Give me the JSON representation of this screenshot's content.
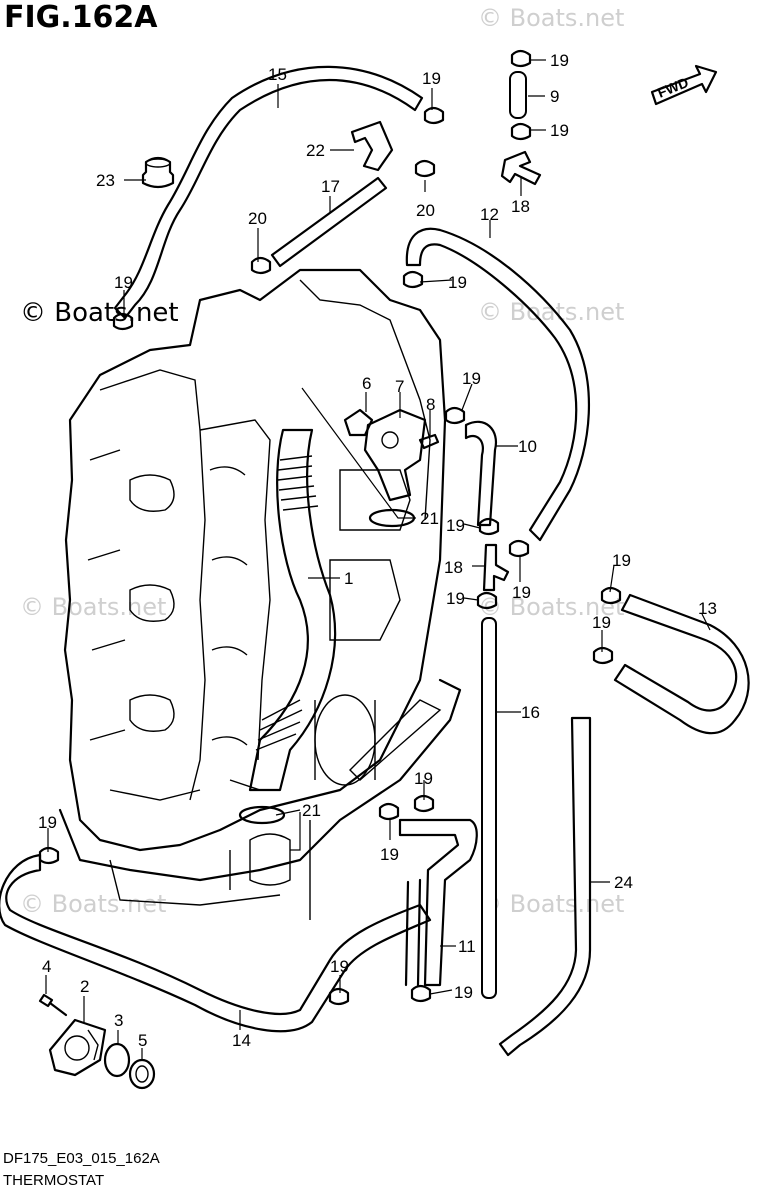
{
  "figure": {
    "title": "FIG.162A",
    "direction_label": "FWD",
    "code": "DF175_E03_015_162A",
    "name": "THERMOSTAT"
  },
  "watermarks": {
    "faint": "© Boats.net",
    "dark": "© Boats.net"
  },
  "callouts": [
    "1",
    "2",
    "3",
    "4",
    "5",
    "6",
    "7",
    "8",
    "9",
    "10",
    "11",
    "12",
    "13",
    "14",
    "15",
    "16",
    "17",
    "18",
    "19",
    "20",
    "21",
    "22",
    "23",
    "24"
  ],
  "labels": {
    "l1": "1",
    "l2": "2",
    "l3": "3",
    "l4": "4",
    "l5": "5",
    "l6": "6",
    "l7": "7",
    "l8": "8",
    "l9": "9",
    "l10": "10",
    "l11": "11",
    "l12": "12",
    "l13": "13",
    "l14": "14",
    "l15": "15",
    "l16": "16",
    "l17": "17",
    "l18a": "18",
    "l18b": "18",
    "l19a": "19",
    "l19b": "19",
    "l19c": "19",
    "l19d": "19",
    "l19e": "19",
    "l19f": "19",
    "l19g": "19",
    "l19h": "19",
    "l19i": "19",
    "l19j": "19",
    "l19k": "19",
    "l19l": "19",
    "l19m": "19",
    "l19n": "19",
    "l19o": "19",
    "l20a": "20",
    "l20b": "20",
    "l21a": "21",
    "l21b": "21",
    "l22": "22",
    "l23": "23",
    "l24": "24"
  }
}
